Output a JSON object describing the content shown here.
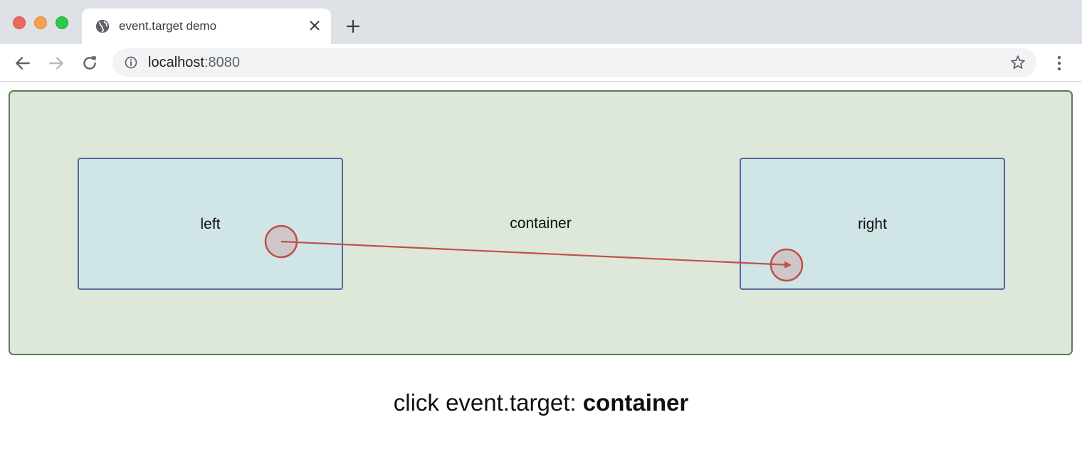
{
  "browser": {
    "tab": {
      "title": "event.target demo",
      "favicon": "globe-icon"
    },
    "url": {
      "host": "localhost",
      "port": ":8080"
    },
    "icons": {
      "back": "arrow-left-icon",
      "forward": "arrow-right-icon",
      "reload": "reload-icon",
      "info": "info-icon",
      "bookmark": "star-icon",
      "menu": "kebab-menu-icon",
      "close_tab": "close-icon",
      "new_tab": "plus-icon"
    }
  },
  "demo": {
    "container_label": "container",
    "left_label": "left",
    "right_label": "right",
    "status_prefix": "click event.target: ",
    "status_value": "container"
  },
  "colors": {
    "container_bg": "#dde7da",
    "container_border": "#5b7d52",
    "inner_bg": "#cfe5e6",
    "inner_border": "#55689c",
    "drag_path": "#c0504d"
  }
}
